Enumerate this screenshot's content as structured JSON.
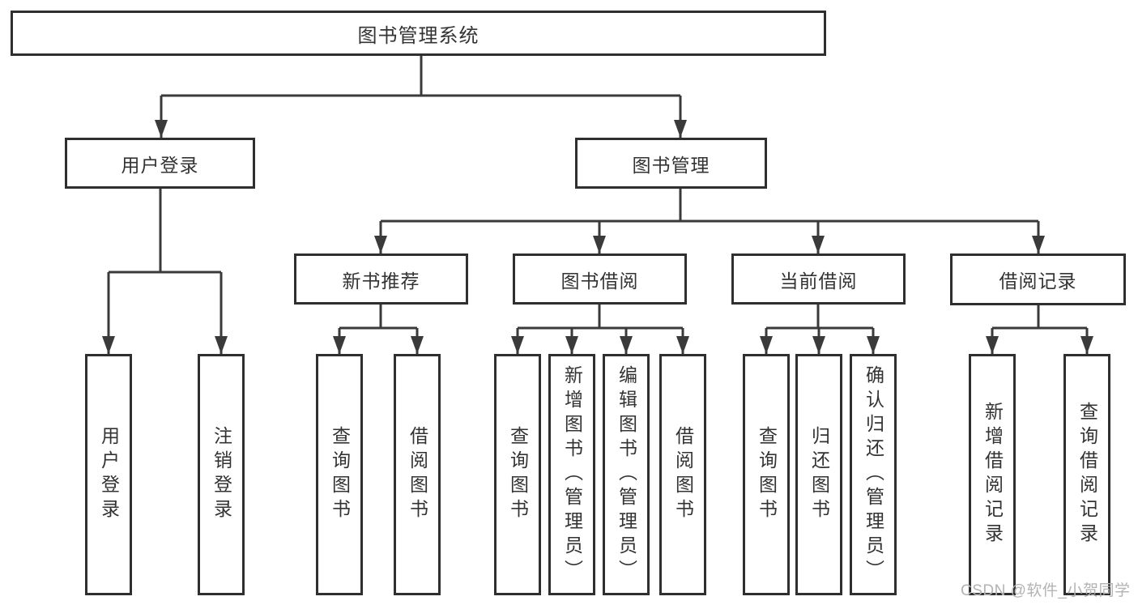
{
  "tree": {
    "root": {
      "label": "图书管理系统"
    },
    "branches": [
      {
        "label": "用户登录",
        "children": [
          {
            "label": "用户登录"
          },
          {
            "label": "注销登录"
          }
        ]
      },
      {
        "label": "图书管理",
        "children": [
          {
            "label": "新书推荐",
            "children": [
              {
                "label": "查询图书"
              },
              {
                "label": "借阅图书"
              }
            ]
          },
          {
            "label": "图书借阅",
            "children": [
              {
                "label": "查询图书"
              },
              {
                "label": "新增图书（管理员）"
              },
              {
                "label": "编辑图书（管理员）"
              },
              {
                "label": "借阅图书"
              }
            ]
          },
          {
            "label": "当前借阅",
            "children": [
              {
                "label": "查询图书"
              },
              {
                "label": "归还图书"
              },
              {
                "label": "确认归还（管理员）"
              }
            ]
          },
          {
            "label": "借阅记录",
            "children": [
              {
                "label": "新增借阅记录"
              },
              {
                "label": "查询借阅记录"
              }
            ]
          }
        ]
      }
    ]
  },
  "watermark": {
    "text": "CSDN @软件_小贺同学"
  },
  "colors": {
    "line": "#3a3a3a",
    "box_border": "#2f2f2f",
    "box_fill": "#ffffff",
    "text": "#333333",
    "watermark": "#b3b3b3",
    "background": "#ffffff"
  }
}
